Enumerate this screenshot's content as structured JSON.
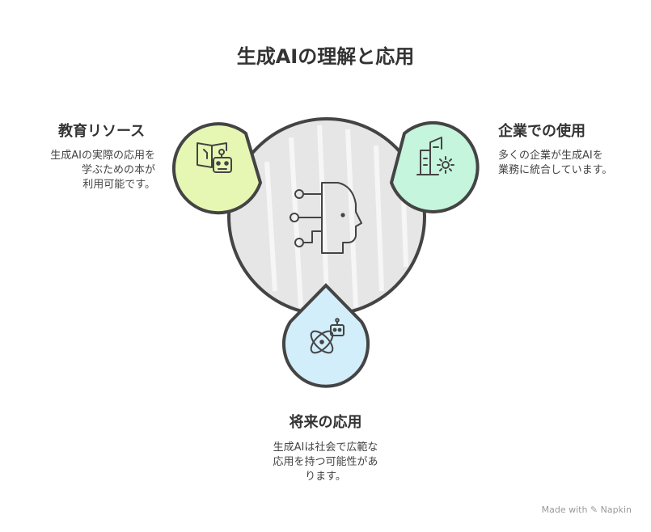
{
  "title": "生成AIの理解と応用",
  "sections": {
    "education": {
      "heading": "教育リソース",
      "lines": [
        "生成AIの実際の応用を",
        "学ぶための本が",
        "利用可能です。"
      ],
      "color": "#e6f7b4"
    },
    "enterprise": {
      "heading": "企業での使用",
      "lines": [
        "多くの企業が生成AIを",
        "業務に統合しています。"
      ],
      "color": "#c5f5dd"
    },
    "future": {
      "heading": "将来の応用",
      "lines": [
        "生成AIは社会で広範な",
        "応用を持つ可能性があ",
        "ります。"
      ],
      "color": "#d2eefb"
    }
  },
  "center": {
    "icon": "ai-head-icon",
    "color": "#e6e6e6"
  },
  "credit": "Made with ✎ Napkin"
}
